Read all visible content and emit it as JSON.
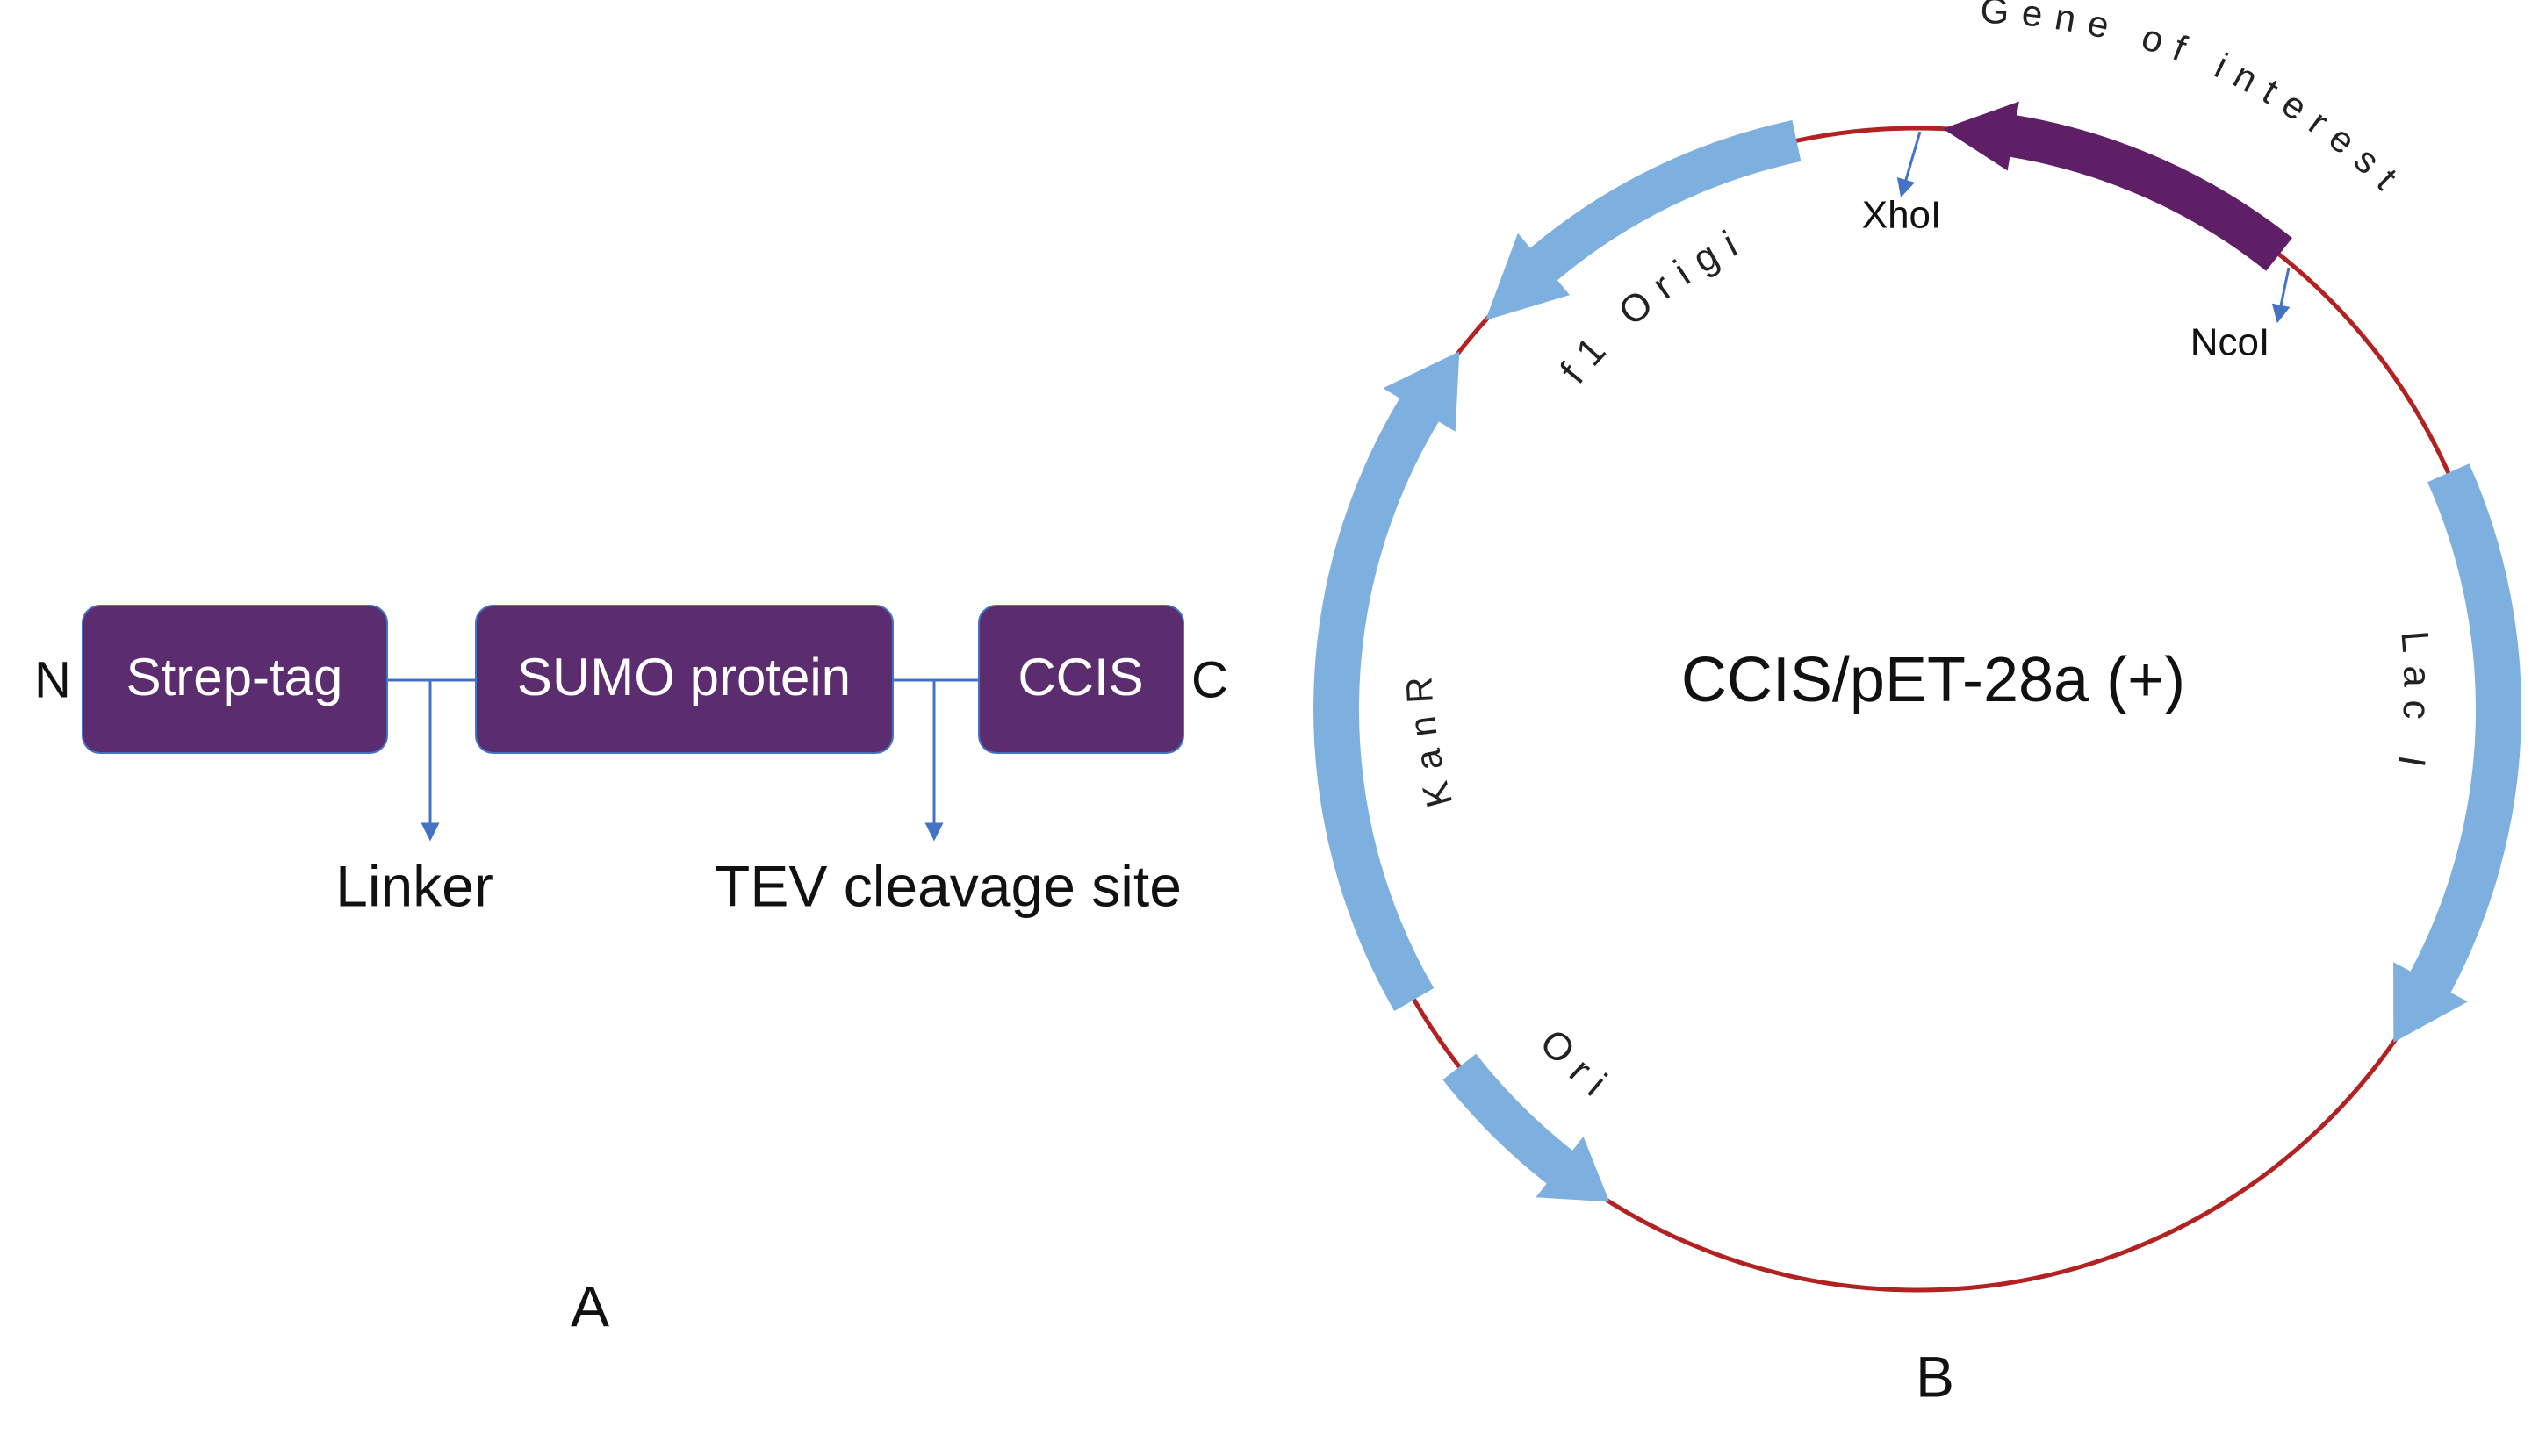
{
  "panel_a": {
    "panel_label": "A",
    "n_terminus": "N",
    "c_terminus": "C",
    "domains": [
      {
        "label": "Strep-tag"
      },
      {
        "label": "SUMO protein"
      },
      {
        "label": "CCIS"
      }
    ],
    "annotations": [
      {
        "label": "Linker"
      },
      {
        "label": "TEV cleavage site"
      }
    ],
    "colors": {
      "domain_fill": "#5b2d6e",
      "connector": "#4472c4"
    }
  },
  "panel_b": {
    "panel_label": "B",
    "plasmid_name": "CCIS/pET-28a (+)",
    "features": [
      {
        "label": "Gene of interest",
        "color": "#5e1f66"
      },
      {
        "label": "f1 Origin",
        "color": "#7db0df"
      },
      {
        "label": "KanR",
        "color": "#7db0df"
      },
      {
        "label": "Ori",
        "color": "#7db0df"
      },
      {
        "label": "Lac I",
        "color": "#7db0df"
      }
    ],
    "restriction_sites": [
      {
        "label": "XhoI"
      },
      {
        "label": "NcoI"
      }
    ],
    "colors": {
      "backbone": "#b22222",
      "site_marker": "#4472c4"
    }
  }
}
